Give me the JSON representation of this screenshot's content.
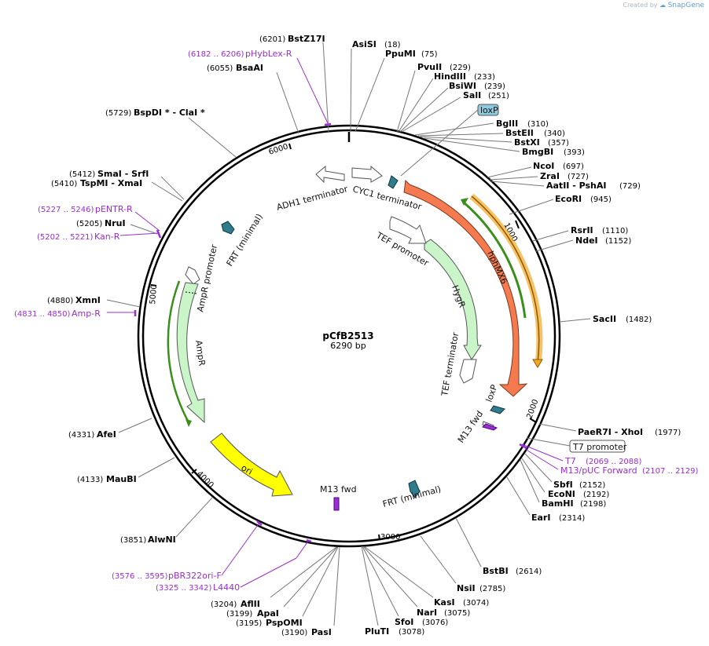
{
  "credit": {
    "prefix": "Created by",
    "brand": "SnapGene"
  },
  "plasmid": {
    "name": "pCfB2513",
    "length_label": "6290 bp",
    "length": 6290
  },
  "ticks": [
    {
      "value": 1000,
      "label": "1000"
    },
    {
      "value": 2000,
      "label": "2000"
    },
    {
      "value": 3000,
      "label": "3000"
    },
    {
      "value": 4000,
      "label": "4000"
    },
    {
      "value": 5000,
      "label": "5000"
    },
    {
      "value": 6000,
      "label": "6000"
    }
  ],
  "sites": [
    {
      "name": "AsiSI",
      "pos": "(18)",
      "bp": 18
    },
    {
      "name": "PpuMI",
      "pos": "(75)",
      "bp": 75
    },
    {
      "name": "PvuII",
      "pos": "(229)",
      "bp": 229
    },
    {
      "name": "HindIII",
      "pos": "(233)",
      "bp": 233
    },
    {
      "name": "BsiWI",
      "pos": "(239)",
      "bp": 239
    },
    {
      "name": "SalI",
      "pos": "(251)",
      "bp": 251
    },
    {
      "name": "BglII",
      "pos": "(310)",
      "bp": 310
    },
    {
      "name": "BstEII",
      "pos": "(340)",
      "bp": 340
    },
    {
      "name": "BstXI",
      "pos": "(357)",
      "bp": 357
    },
    {
      "name": "BmgBI",
      "pos": "(393)",
      "bp": 393
    },
    {
      "name": "NcoI",
      "pos": "(697)",
      "bp": 697
    },
    {
      "name": "ZraI",
      "pos": "(727)",
      "bp": 727
    },
    {
      "name": "AatII  - PshAI",
      "pos": "(729)",
      "bp": 729
    },
    {
      "name": "EcoRI",
      "pos": "(945)",
      "bp": 945
    },
    {
      "name": "RsrII",
      "pos": "(1110)",
      "bp": 1110
    },
    {
      "name": "NdeI",
      "pos": "(1152)",
      "bp": 1152
    },
    {
      "name": "SacII",
      "pos": "(1482)",
      "bp": 1482
    },
    {
      "name": "PaeR7I  - XhoI",
      "pos": "(1977)",
      "bp": 1977
    },
    {
      "name": "SbfI",
      "pos": "(2152)",
      "bp": 2152
    },
    {
      "name": "EcoNI",
      "pos": "(2192)",
      "bp": 2192
    },
    {
      "name": "BamHI",
      "pos": "(2198)",
      "bp": 2198
    },
    {
      "name": "EarI",
      "pos": "(2314)",
      "bp": 2314
    },
    {
      "name": "BstBI",
      "pos": "(2614)",
      "bp": 2614
    },
    {
      "name": "NsiI",
      "pos": "(2785)",
      "bp": 2785
    },
    {
      "name": "KasI",
      "pos": "(3074)",
      "bp": 3074
    },
    {
      "name": "NarI",
      "pos": "(3075)",
      "bp": 3075
    },
    {
      "name": "SfoI",
      "pos": "(3076)",
      "bp": 3076
    },
    {
      "name": "PluTI",
      "pos": "(3078)",
      "bp": 3078
    },
    {
      "name": "PasI",
      "pos": "(3190)",
      "bp": 3190
    },
    {
      "name": "PspOMI",
      "pos": "(3195)",
      "bp": 3195
    },
    {
      "name": "ApaI",
      "pos": "(3199)",
      "bp": 3199
    },
    {
      "name": "AflII",
      "pos": "(3204)",
      "bp": 3204
    },
    {
      "name": "AlwNI",
      "pos": "(3851)",
      "bp": 3851
    },
    {
      "name": "MauBI",
      "pos": "(4133)",
      "bp": 4133
    },
    {
      "name": "AfeI",
      "pos": "(4331)",
      "bp": 4331
    },
    {
      "name": "XmnI",
      "pos": "(4880)",
      "bp": 4880
    },
    {
      "name": "NruI",
      "pos": "(5205)",
      "bp": 5205
    },
    {
      "name": "TspMI  - XmaI",
      "pos": "(5410)",
      "bp": 5410
    },
    {
      "name": "SmaI  - SrfI",
      "pos": "(5412)",
      "bp": 5412
    },
    {
      "name": "BspDI *  - ClaI *",
      "pos": "(5729)",
      "bp": 5729
    },
    {
      "name": "BsaAI",
      "pos": "(6055)",
      "bp": 6055
    },
    {
      "name": "BstZ17I",
      "pos": "(6201)",
      "bp": 6201
    }
  ],
  "primers": [
    {
      "name": "T7",
      "pos": "(2069 .. 2088)"
    },
    {
      "name": "M13/pUC Forward",
      "pos": "(2107 .. 2129)"
    },
    {
      "name": "pBR322ori-F",
      "pos": "(3576 .. 3595)"
    },
    {
      "name": "L4440",
      "pos": "(3325 .. 3342)"
    },
    {
      "name": "Amp-R",
      "pos": "(4831 .. 4850)"
    },
    {
      "name": "Kan-R",
      "pos": "(5202 .. 5221)"
    },
    {
      "name": "pENTR-R",
      "pos": "(5227 .. 5246)"
    },
    {
      "name": "pHybLex-R",
      "pos": "(6182 .. 6206)"
    }
  ],
  "features": [
    {
      "name": "ADH1 terminator",
      "type": "terminator"
    },
    {
      "name": "CYC1 terminator",
      "type": "terminator"
    },
    {
      "name": "TEF promoter",
      "type": "promoter"
    },
    {
      "name": "HygR",
      "type": "cds"
    },
    {
      "name": "TEF terminator",
      "type": "terminator"
    },
    {
      "name": "hphMX6",
      "type": "cds"
    },
    {
      "name": "loxP",
      "type": "protein_bind"
    },
    {
      "name": "loxP",
      "type": "protein_bind"
    },
    {
      "name": "M13 fwd",
      "type": "primer_bind"
    },
    {
      "name": "M13 fwd",
      "type": "primer_bind"
    },
    {
      "name": "T7 promoter",
      "type": "promoter"
    },
    {
      "name": "FRT (minimal)",
      "type": "protein_bind"
    },
    {
      "name": "FRT (minimal)",
      "type": "protein_bind"
    },
    {
      "name": "ori",
      "type": "rep_origin"
    },
    {
      "name": "AmpR",
      "type": "cds"
    },
    {
      "name": "AmpR promoter",
      "type": "promoter"
    }
  ],
  "colors": {
    "primer": "#9b2dd3",
    "hphMX6": "#f57a4f",
    "hygR": "#c9f5c9",
    "ampR": "#c9f5c9",
    "ori": "#ffff00",
    "loxP_box": "#8ecbe0",
    "frt": "#2f7d8c",
    "orange_track": "#f5a623",
    "green_track": "#3a8f1a"
  }
}
